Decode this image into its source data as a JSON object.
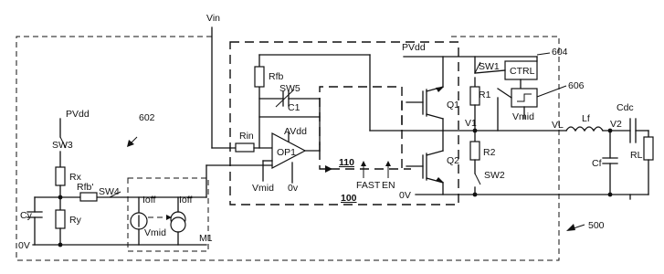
{
  "labels": {
    "vin": "Vin",
    "pvdd_top": "PVdd",
    "pvdd_left": "PVdd",
    "rfb": "Rfb",
    "sw5": "SW5",
    "c1": "C1",
    "avdd": "AVdd",
    "rin": "Rin",
    "op1": "OP1",
    "vmid_op": "Vmid",
    "zero_v_op": "0v",
    "sw3": "SW3",
    "rx": "Rx",
    "rfb_prime": "Rfb'",
    "sw4": "SW4",
    "cy": "Cy",
    "ry": "Ry",
    "zero_v_left": "0V",
    "ioff_1": "Ioff",
    "ioff_2": "Ioff",
    "vmid_m1": "Vmid",
    "m1": "M1",
    "ref_602": "602",
    "ref_110": "110",
    "ref_100": "100",
    "fast": "FAST",
    "en": "EN",
    "zero_v_main": "0V",
    "q1": "Q1",
    "q2": "Q2",
    "sw1": "SW1",
    "ctrl": "CTRL",
    "ref_604": "604",
    "ref_606": "606",
    "r1": "R1",
    "vmid_ctrl": "Vmid",
    "v1": "V1",
    "r2": "R2",
    "sw2": "SW2",
    "vl": "VL",
    "lf": "Lf",
    "cdc": "Cdc",
    "v2": "V2",
    "cf": "Cf",
    "rl": "RL",
    "ref_500": "500"
  }
}
